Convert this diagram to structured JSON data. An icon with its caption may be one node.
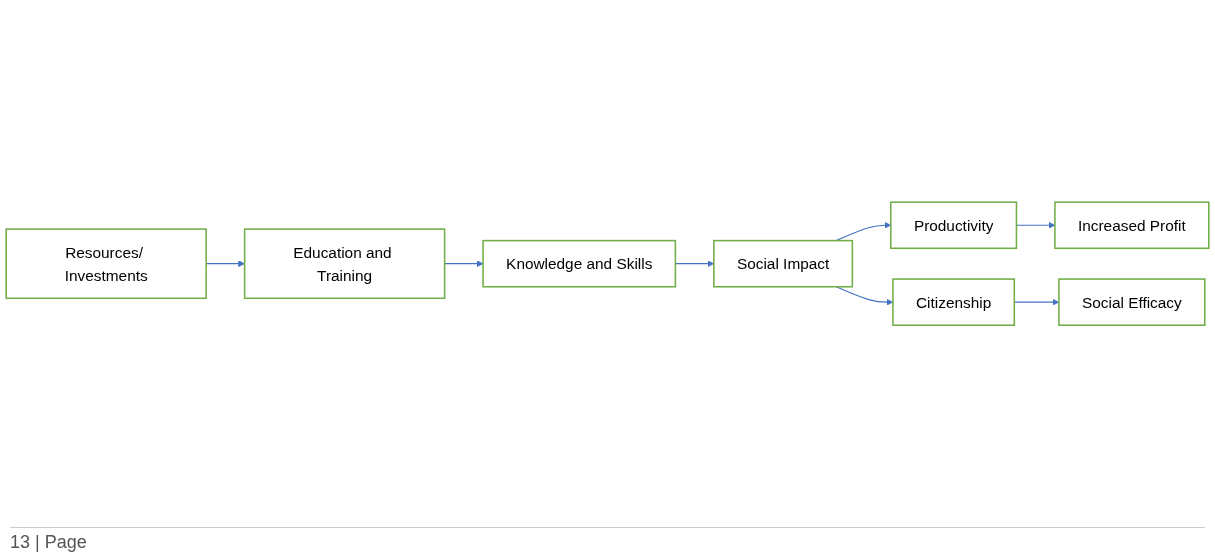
{
  "diagram": {
    "nodes": [
      {
        "text": [
          "Resources/ Investments"
        ]
      },
      {
        "text": [
          "Education and Training"
        ]
      },
      {
        "text": [
          "Knowledge and Skills"
        ]
      },
      {
        "text": [
          "Social Impact"
        ]
      },
      {
        "text": [
          "Productivity"
        ]
      },
      {
        "text": [
          "Increased Profit"
        ]
      },
      {
        "text": [
          "Citizenship"
        ]
      },
      {
        "text": [
          "Social Efficacy"
        ]
      }
    ],
    "edges": [
      {
        "from": 0,
        "to": 1,
        "arrow": "to"
      },
      {
        "from": 1,
        "to": 2,
        "arrow": "to"
      },
      {
        "from": 2,
        "to": 3,
        "arrow": "to"
      },
      {
        "from": 3,
        "to": 4,
        "arrow": "to"
      },
      {
        "from": 4,
        "to": 5,
        "arrow": "to"
      },
      {
        "from": 3,
        "to": 6,
        "arrow": "to"
      },
      {
        "from": 6,
        "to": 7,
        "arrow": "to"
      }
    ],
    "labels": [
      "13 | Page"
    ]
  }
}
